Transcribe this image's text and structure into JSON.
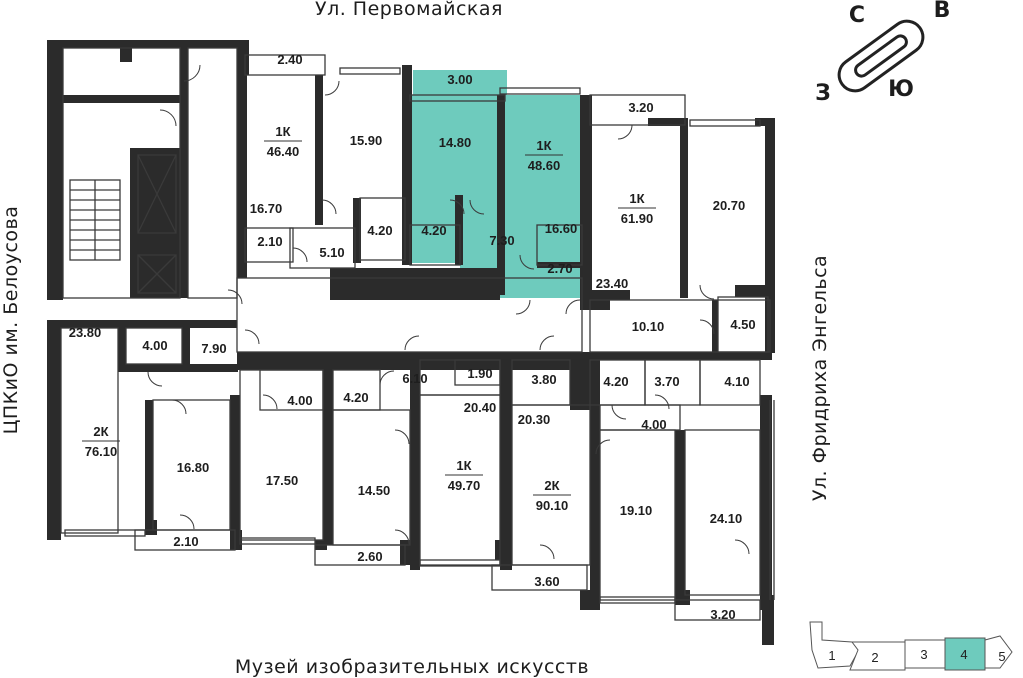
{
  "streets": {
    "north": "Ул. Первомайская",
    "south": "Музей изобразительных искусств",
    "west": "ЦПКиО им. Белоусова",
    "east": "Ул. Фридриха Энгельса"
  },
  "compass": {
    "n": "С",
    "e": "В",
    "s": "Ю",
    "w": "З"
  },
  "highlight_color": "#6ecbbd",
  "wall_color": "#2b2b2b",
  "apartments": [
    {
      "id": "apt-1k-46",
      "type": "1К",
      "area": "46.40"
    },
    {
      "id": "apt-1k-48",
      "type": "1К",
      "area": "48.60",
      "highlighted": true
    },
    {
      "id": "apt-1k-61",
      "type": "1К",
      "area": "61.90"
    },
    {
      "id": "apt-2k-76",
      "type": "2К",
      "area": "76.10"
    },
    {
      "id": "apt-1k-49",
      "type": "1К",
      "area": "49.70"
    },
    {
      "id": "apt-2k-90",
      "type": "2К",
      "area": "90.10"
    }
  ],
  "rooms": [
    "2.40",
    "15.90",
    "16.70",
    "2.10",
    "5.10",
    "4.20",
    "3.00",
    "14.80",
    "4.20",
    "7.30",
    "16.60",
    "2.70",
    "3.20",
    "20.70",
    "23.40",
    "10.10",
    "4.50",
    "23.80",
    "4.00",
    "7.90",
    "16.80",
    "2.10",
    "4.00",
    "17.50",
    "4.20",
    "14.50",
    "2.60",
    "6.10",
    "1.90",
    "20.40",
    "3.80",
    "20.30",
    "3.60",
    "4.20",
    "3.70",
    "4.10",
    "4.00",
    "19.10",
    "24.10",
    "3.20"
  ],
  "sections": {
    "items": [
      "1",
      "2",
      "3",
      "4",
      "5"
    ],
    "active": "4"
  }
}
